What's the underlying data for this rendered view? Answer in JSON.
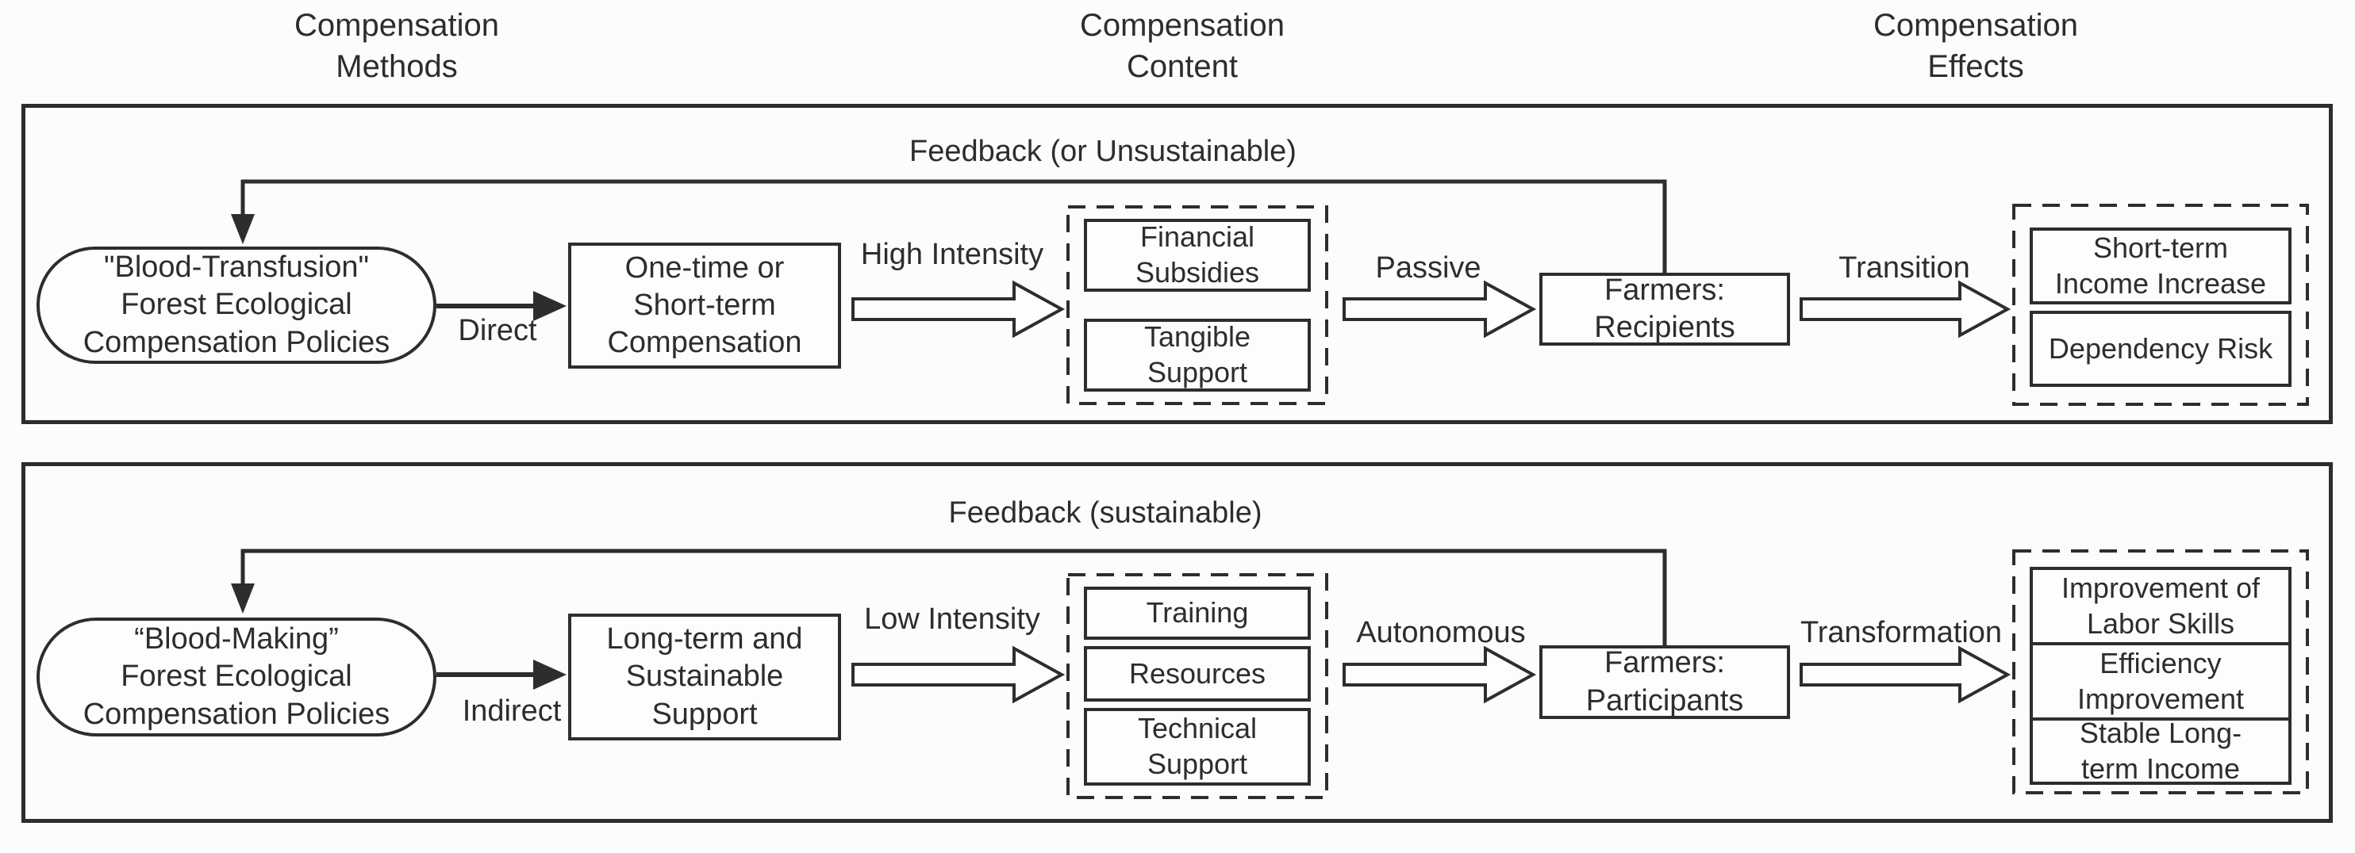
{
  "headers": {
    "methods": "Compensation\nMethods",
    "content": "Compensation\nContent",
    "effects": "Compensation\nEffects"
  },
  "panel1": {
    "feedback_label": "Feedback (or Unsustainable)",
    "policy_box": "\"Blood-Transfusion\"\nForest Ecological\nCompensation Policies",
    "arrow_direct": "Direct",
    "method_box": "One-time or\nShort-term\nCompensation",
    "arrow_intensity": "High Intensity",
    "content_items": [
      "Financial\nSubsidies",
      "Tangible\nSupport"
    ],
    "arrow_mode": "Passive",
    "farmers_box": "Farmers:\nRecipients",
    "arrow_outcome": "Transition",
    "effect_items": [
      "Short-term\nIncome Increase",
      "Dependency Risk"
    ]
  },
  "panel2": {
    "feedback_label": "Feedback (sustainable)",
    "policy_box": "“Blood-Making”\nForest Ecological\nCompensation Policies",
    "arrow_direct": "Indirect",
    "method_box": "Long-term and\nSustainable\nSupport",
    "arrow_intensity": "Low Intensity",
    "content_items": [
      "Training",
      "Resources",
      "Technical\nSupport"
    ],
    "arrow_mode": "Autonomous",
    "farmers_box": "Farmers:\nParticipants",
    "arrow_outcome": "Transformation",
    "effect_items": [
      "Improvement of\nLabor Skills",
      "Efficiency\nImprovement",
      "Stable Long-\nterm Income"
    ]
  },
  "colors": {
    "line": "#2d2d2d",
    "background": "#fbfcfc",
    "box_fill": "#fdfdfe"
  }
}
